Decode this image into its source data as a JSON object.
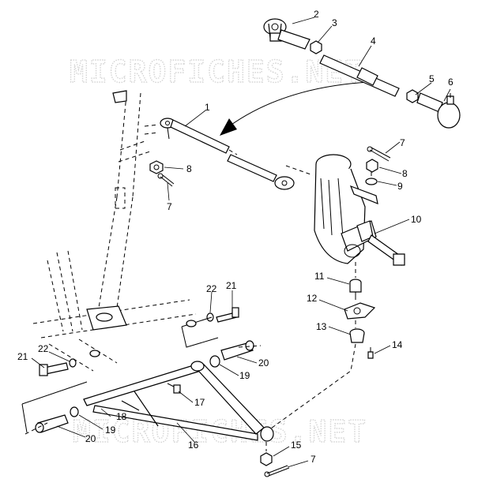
{
  "watermark": {
    "top": "MICROFICHES.NET",
    "bottom": "MICROFICHES.NET"
  },
  "callouts": {
    "c1": "1",
    "c2": "2",
    "c3": "3",
    "c4": "4",
    "c5": "5",
    "c6": "6",
    "c7a": "7",
    "c7b": "7",
    "c7c": "7",
    "c8a": "8",
    "c8b": "8",
    "c9": "9",
    "c10": "10",
    "c11": "11",
    "c12": "12",
    "c13": "13",
    "c14": "14",
    "c15": "15",
    "c16": "16",
    "c17": "17",
    "c18": "18",
    "c19a": "19",
    "c19b": "19",
    "c20a": "20",
    "c20b": "20",
    "c21a": "21",
    "c21b": "21",
    "c22a": "22",
    "c22b": "22"
  }
}
